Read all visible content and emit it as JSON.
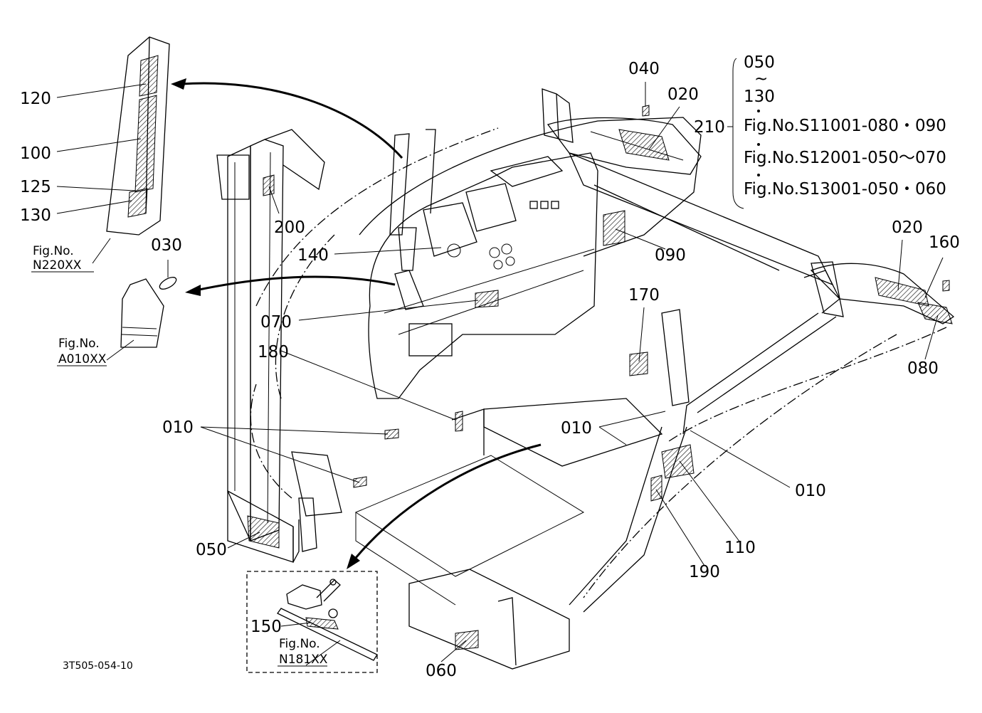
{
  "diagram": {
    "drawing_code": "3T505-054-10",
    "callouts": [
      {
        "id": "c120",
        "text": "120"
      },
      {
        "id": "c100",
        "text": "100"
      },
      {
        "id": "c125",
        "text": "125"
      },
      {
        "id": "c130",
        "text": "130"
      },
      {
        "id": "c200",
        "text": "200"
      },
      {
        "id": "c030",
        "text": "030"
      },
      {
        "id": "c140",
        "text": "140"
      },
      {
        "id": "c070",
        "text": "070"
      },
      {
        "id": "c180",
        "text": "180"
      },
      {
        "id": "c010a",
        "text": "010"
      },
      {
        "id": "c050",
        "text": "050"
      },
      {
        "id": "c150",
        "text": "150"
      },
      {
        "id": "c060",
        "text": "060"
      },
      {
        "id": "c040",
        "text": "040"
      },
      {
        "id": "c020a",
        "text": "020"
      },
      {
        "id": "c090",
        "text": "090"
      },
      {
        "id": "c170",
        "text": "170"
      },
      {
        "id": "c010b",
        "text": "010"
      },
      {
        "id": "c010c",
        "text": "010"
      },
      {
        "id": "c110",
        "text": "110"
      },
      {
        "id": "c190",
        "text": "190"
      },
      {
        "id": "c020b",
        "text": "020"
      },
      {
        "id": "c160",
        "text": "160"
      },
      {
        "id": "c080",
        "text": "080"
      }
    ],
    "fig_refs": [
      {
        "id": "n220",
        "line1": "Fig.No.",
        "line2": "N220XX"
      },
      {
        "id": "a010",
        "line1": "Fig.No.",
        "line2": "A010XX"
      },
      {
        "id": "n181",
        "line1": "Fig.No.",
        "line2": "N181XX"
      }
    ],
    "group_210": {
      "number": "210",
      "range_start": "050",
      "range_tilde": "~",
      "range_end": "130",
      "ref1": "Fig.No.S11001-080・090",
      "ref2": "Fig.No.S12001-050〜070",
      "ref3": "Fig.No.S13001-050・060"
    }
  }
}
